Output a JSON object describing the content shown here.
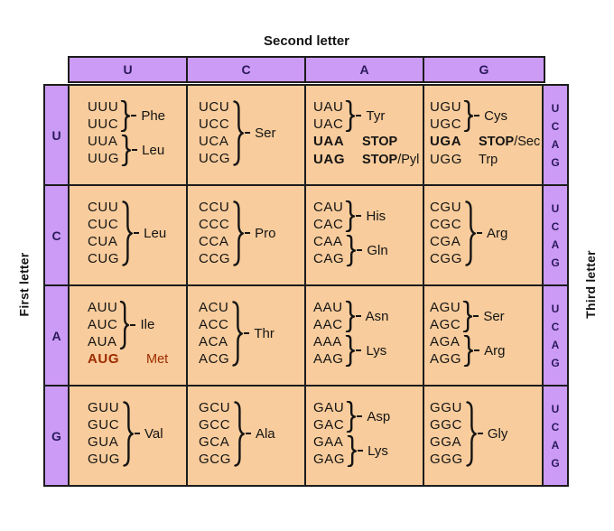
{
  "title_top": "Second letter",
  "left_axis_label": "First letter",
  "right_axis_label": "Third letter",
  "second_letters": [
    "U",
    "C",
    "A",
    "G"
  ],
  "third_letters": [
    "U",
    "C",
    "A",
    "G"
  ],
  "colors": {
    "purple": "#cc9bf5",
    "orange": "#f8cc9c",
    "border": "#1c1c1c",
    "letter": "#2a195c",
    "red": "#9c2b00",
    "text": "#141414"
  },
  "rows": [
    {
      "first": "U",
      "cells": [
        {
          "groups": [
            {
              "type": "brace",
              "codons": [
                "UUU",
                "UUC"
              ],
              "label": "Phe"
            },
            {
              "type": "brace",
              "codons": [
                "UUA",
                "UUG"
              ],
              "label": "Leu"
            }
          ]
        },
        {
          "groups": [
            {
              "type": "brace",
              "codons": [
                "UCU",
                "UCC",
                "UCA",
                "UCG"
              ],
              "label": "Ser"
            }
          ]
        },
        {
          "tight": true,
          "groups": [
            {
              "type": "brace",
              "codons": [
                "UAU",
                "UAC"
              ],
              "label": "Tyr"
            },
            {
              "type": "inline",
              "rows": [
                {
                  "codon": "UAA",
                  "codon_bold": true,
                  "stop": "STOP",
                  "rest": ""
                },
                {
                  "codon": "UAG",
                  "codon_bold": true,
                  "stop": "STOP",
                  "rest": "/Pyl"
                }
              ]
            }
          ]
        },
        {
          "tight": true,
          "groups": [
            {
              "type": "brace",
              "codons": [
                "UGU",
                "UGC"
              ],
              "label": "Cys"
            },
            {
              "type": "inline",
              "rows": [
                {
                  "codon": "UGA",
                  "codon_bold": true,
                  "stop": "STOP",
                  "rest": "/Sec"
                },
                {
                  "codon": "UGG",
                  "codon_bold": false,
                  "stop": "",
                  "rest": "Trp"
                }
              ]
            }
          ]
        }
      ]
    },
    {
      "first": "C",
      "cells": [
        {
          "groups": [
            {
              "type": "brace",
              "codons": [
                "CUU",
                "CUC",
                "CUA",
                "CUG"
              ],
              "label": "Leu"
            }
          ]
        },
        {
          "groups": [
            {
              "type": "brace",
              "codons": [
                "CCU",
                "CCC",
                "CCA",
                "CCG"
              ],
              "label": "Pro"
            }
          ]
        },
        {
          "groups": [
            {
              "type": "brace",
              "codons": [
                "CAU",
                "CAC"
              ],
              "label": "His"
            },
            {
              "type": "brace",
              "codons": [
                "CAA",
                "CAG"
              ],
              "label": "Gln"
            }
          ]
        },
        {
          "groups": [
            {
              "type": "brace",
              "codons": [
                "CGU",
                "CGC",
                "CGA",
                "CGG"
              ],
              "label": "Arg"
            }
          ]
        }
      ]
    },
    {
      "first": "A",
      "cells": [
        {
          "groups": [
            {
              "type": "brace",
              "codons": [
                "AUU",
                "AUC",
                "AUA"
              ],
              "label": "Ile"
            },
            {
              "type": "inline",
              "rows": [
                {
                  "codon": "AUG",
                  "codon_bold": true,
                  "stop": "",
                  "rest": "Met",
                  "red": true
                }
              ]
            }
          ]
        },
        {
          "groups": [
            {
              "type": "brace",
              "codons": [
                "ACU",
                "ACC",
                "ACA",
                "ACG"
              ],
              "label": "Thr"
            }
          ]
        },
        {
          "groups": [
            {
              "type": "brace",
              "codons": [
                "AAU",
                "AAC"
              ],
              "label": "Asn"
            },
            {
              "type": "brace",
              "codons": [
                "AAA",
                "AAG"
              ],
              "label": "Lys"
            }
          ]
        },
        {
          "groups": [
            {
              "type": "brace",
              "codons": [
                "AGU",
                "AGC"
              ],
              "label": "Ser"
            },
            {
              "type": "brace",
              "codons": [
                "AGA",
                "AGG"
              ],
              "label": "Arg"
            }
          ]
        }
      ]
    },
    {
      "first": "G",
      "cells": [
        {
          "groups": [
            {
              "type": "brace",
              "codons": [
                "GUU",
                "GUC",
                "GUA",
                "GUG"
              ],
              "label": "Val"
            }
          ]
        },
        {
          "groups": [
            {
              "type": "brace",
              "codons": [
                "GCU",
                "GCC",
                "GCA",
                "GCG"
              ],
              "label": "Ala"
            }
          ]
        },
        {
          "groups": [
            {
              "type": "brace",
              "codons": [
                "GAU",
                "GAC"
              ],
              "label": "Asp"
            },
            {
              "type": "brace",
              "codons": [
                "GAA",
                "GAG"
              ],
              "label": "Lys"
            }
          ]
        },
        {
          "groups": [
            {
              "type": "brace",
              "codons": [
                "GGU",
                "GGC",
                "GGA",
                "GGG"
              ],
              "label": "Gly"
            }
          ]
        }
      ]
    }
  ]
}
